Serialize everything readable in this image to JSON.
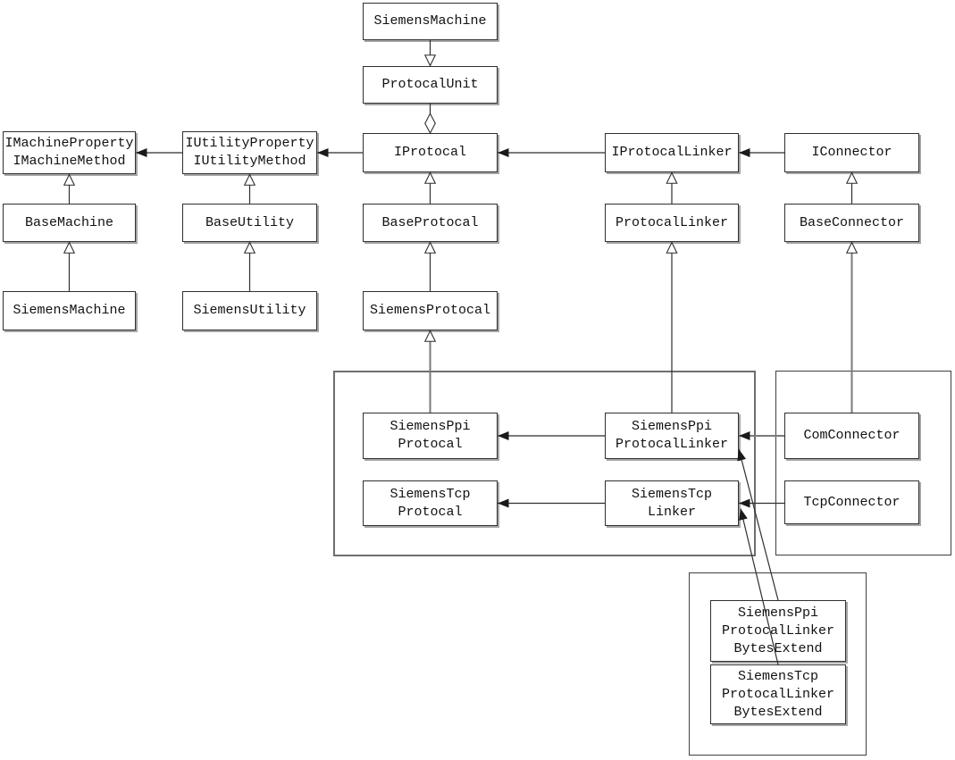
{
  "diagram": {
    "kind": "uml-class-diagram",
    "background": "#ffffff",
    "colors": {
      "box_fill": "#ffffff",
      "box_border": "#2f2f2f",
      "box_shadow": "#a6a6a6",
      "group_border": "#6e6e6e",
      "line_dark": "#2f2f2f",
      "line_gray": "#7a7a7a",
      "arrow_fill": "#1a1a1a",
      "text": "#111111"
    }
  },
  "nodes": [
    {
      "id": "siemens_machine_top",
      "lines": [
        "SiemensMachine"
      ]
    },
    {
      "id": "protocal_unit",
      "lines": [
        "ProtocalUnit"
      ]
    },
    {
      "id": "i_machine",
      "lines": [
        "IMachineProperty",
        "IMachineMethod"
      ]
    },
    {
      "id": "i_utility",
      "lines": [
        "IUtilityProperty",
        "IUtilityMethod"
      ]
    },
    {
      "id": "i_protocal",
      "lines": [
        "IProtocal"
      ]
    },
    {
      "id": "i_protocal_linker",
      "lines": [
        "IProtocalLinker"
      ]
    },
    {
      "id": "i_connector",
      "lines": [
        "IConnector"
      ]
    },
    {
      "id": "base_machine",
      "lines": [
        "BaseMachine"
      ]
    },
    {
      "id": "base_utility",
      "lines": [
        "BaseUtility"
      ]
    },
    {
      "id": "base_protocal",
      "lines": [
        "BaseProtocal"
      ]
    },
    {
      "id": "protocal_linker",
      "lines": [
        "ProtocalLinker"
      ]
    },
    {
      "id": "base_connector",
      "lines": [
        "BaseConnector"
      ]
    },
    {
      "id": "siemens_machine",
      "lines": [
        "SiemensMachine"
      ]
    },
    {
      "id": "siemens_utility",
      "lines": [
        "SiemensUtility"
      ]
    },
    {
      "id": "siemens_protocal",
      "lines": [
        "SiemensProtocal"
      ]
    },
    {
      "id": "siemens_ppi_protocal",
      "lines": [
        "SiemensPpi",
        "Protocal"
      ]
    },
    {
      "id": "siemens_tcp_protocal",
      "lines": [
        "SiemensTcp",
        "Protocal"
      ]
    },
    {
      "id": "siemens_ppi_protocal_linker",
      "lines": [
        "SiemensPpi",
        "ProtocalLinker"
      ]
    },
    {
      "id": "siemens_tcp_linker",
      "lines": [
        "SiemensTcp",
        "Linker"
      ]
    },
    {
      "id": "com_connector",
      "lines": [
        "ComConnector"
      ]
    },
    {
      "id": "tcp_connector",
      "lines": [
        "TcpConnector"
      ]
    },
    {
      "id": "ppi_bytes_extend",
      "lines": [
        "SiemensPpi",
        "ProtocalLinker",
        "BytesExtend"
      ]
    },
    {
      "id": "tcp_bytes_extend",
      "lines": [
        "SiemensTcp",
        "ProtocalLinker",
        "BytesExtend"
      ]
    }
  ],
  "groups": [
    {
      "id": "protocal-group"
    },
    {
      "id": "connector-group"
    },
    {
      "id": "bytes-extend-group"
    }
  ],
  "edges": [
    {
      "from": "siemens_machine_top",
      "to": "protocal_unit",
      "type": "generalization"
    },
    {
      "from": "protocal_unit",
      "to": "i_protocal",
      "type": "aggregation"
    },
    {
      "from": "base_protocal",
      "to": "i_protocal",
      "type": "generalization"
    },
    {
      "from": "siemens_protocal",
      "to": "base_protocal",
      "type": "generalization"
    },
    {
      "from": "base_machine",
      "to": "i_machine",
      "type": "generalization"
    },
    {
      "from": "siemens_machine",
      "to": "base_machine",
      "type": "generalization"
    },
    {
      "from": "base_utility",
      "to": "i_utility",
      "type": "generalization"
    },
    {
      "from": "siemens_utility",
      "to": "base_utility",
      "type": "generalization"
    },
    {
      "from": "protocal_linker",
      "to": "i_protocal_linker",
      "type": "generalization"
    },
    {
      "from": "base_connector",
      "to": "i_connector",
      "type": "generalization"
    },
    {
      "from": "siemens_ppi_protocal",
      "to": "siemens_protocal",
      "type": "generalization"
    },
    {
      "from": "siemens_ppi_protocal_linker",
      "to": "protocal_linker",
      "type": "generalization"
    },
    {
      "from": "com_connector",
      "to": "base_connector",
      "type": "generalization"
    },
    {
      "from": "i_utility",
      "to": "i_machine",
      "type": "association"
    },
    {
      "from": "i_protocal",
      "to": "i_utility",
      "type": "association"
    },
    {
      "from": "i_protocal_linker",
      "to": "i_protocal",
      "type": "association"
    },
    {
      "from": "i_connector",
      "to": "i_protocal_linker",
      "type": "association"
    },
    {
      "from": "siemens_ppi_protocal_linker",
      "to": "siemens_ppi_protocal",
      "type": "association"
    },
    {
      "from": "siemens_tcp_linker",
      "to": "siemens_tcp_protocal",
      "type": "association"
    },
    {
      "from": "com_connector",
      "to": "siemens_ppi_protocal_linker",
      "type": "association"
    },
    {
      "from": "tcp_connector",
      "to": "siemens_tcp_linker",
      "type": "association"
    },
    {
      "from": "ppi_bytes_extend",
      "to": "siemens_ppi_protocal_linker",
      "type": "association"
    },
    {
      "from": "tcp_bytes_extend",
      "to": "siemens_tcp_linker",
      "type": "association"
    }
  ]
}
